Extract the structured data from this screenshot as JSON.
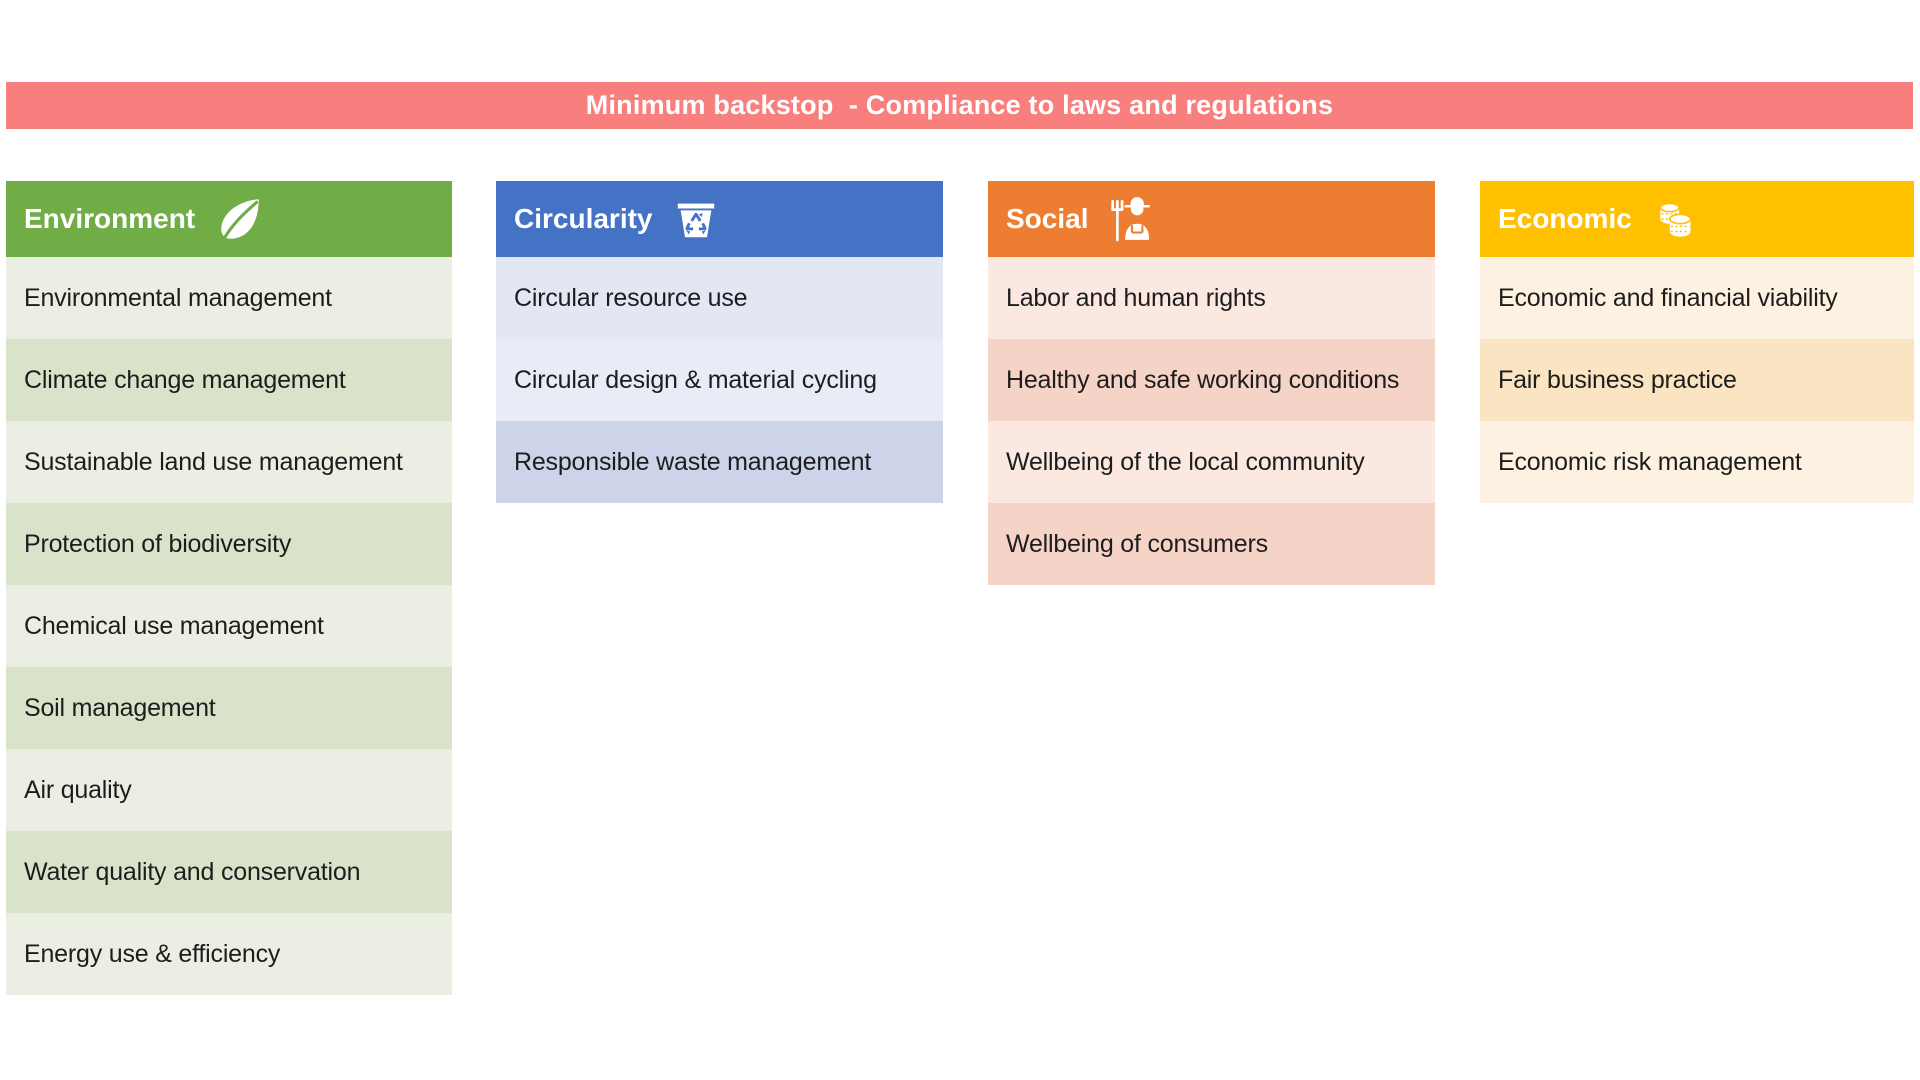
{
  "banner": {
    "text": "Minimum backstop  - Compliance to laws and regulations",
    "color": "#F97F7F",
    "text_color": "#FFFFFF"
  },
  "columns": [
    {
      "title": "Environment",
      "icon": "leaf-icon",
      "header_color": "#70AD47",
      "row_tints": [
        "#EBEFE3",
        "#D9E3CA"
      ],
      "items": [
        "Environmental management",
        "Climate change management",
        "Sustainable land use management",
        "Protection of biodiversity",
        "Chemical use management",
        "Soil management",
        "Air quality",
        "Water quality and conservation",
        "Energy use & efficiency"
      ]
    },
    {
      "title": "Circularity",
      "icon": "recycle-bin-icon",
      "header_color": "#4472C4",
      "row_tints": [
        "#E3E7F3",
        "#E9ECF7",
        "#CDD4E9"
      ],
      "items": [
        "Circular resource use",
        "Circular design & material cycling",
        "Responsible waste management"
      ]
    },
    {
      "title": "Social",
      "icon": "farmer-icon",
      "header_color": "#ED7D31",
      "row_tints": [
        "#FBE9E1",
        "#F5D3C6"
      ],
      "items": [
        "Labor and human rights",
        "Healthy and safe working conditions",
        "Wellbeing of the local community",
        "Wellbeing of consumers"
      ]
    },
    {
      "title": "Economic",
      "icon": "coins-icon",
      "header_color": "#FFC000",
      "row_tints": [
        "#FDF2E2",
        "#FBE4C2"
      ],
      "items": [
        "Economic and financial viability",
        "Fair business practice",
        "Economic risk management"
      ]
    }
  ]
}
